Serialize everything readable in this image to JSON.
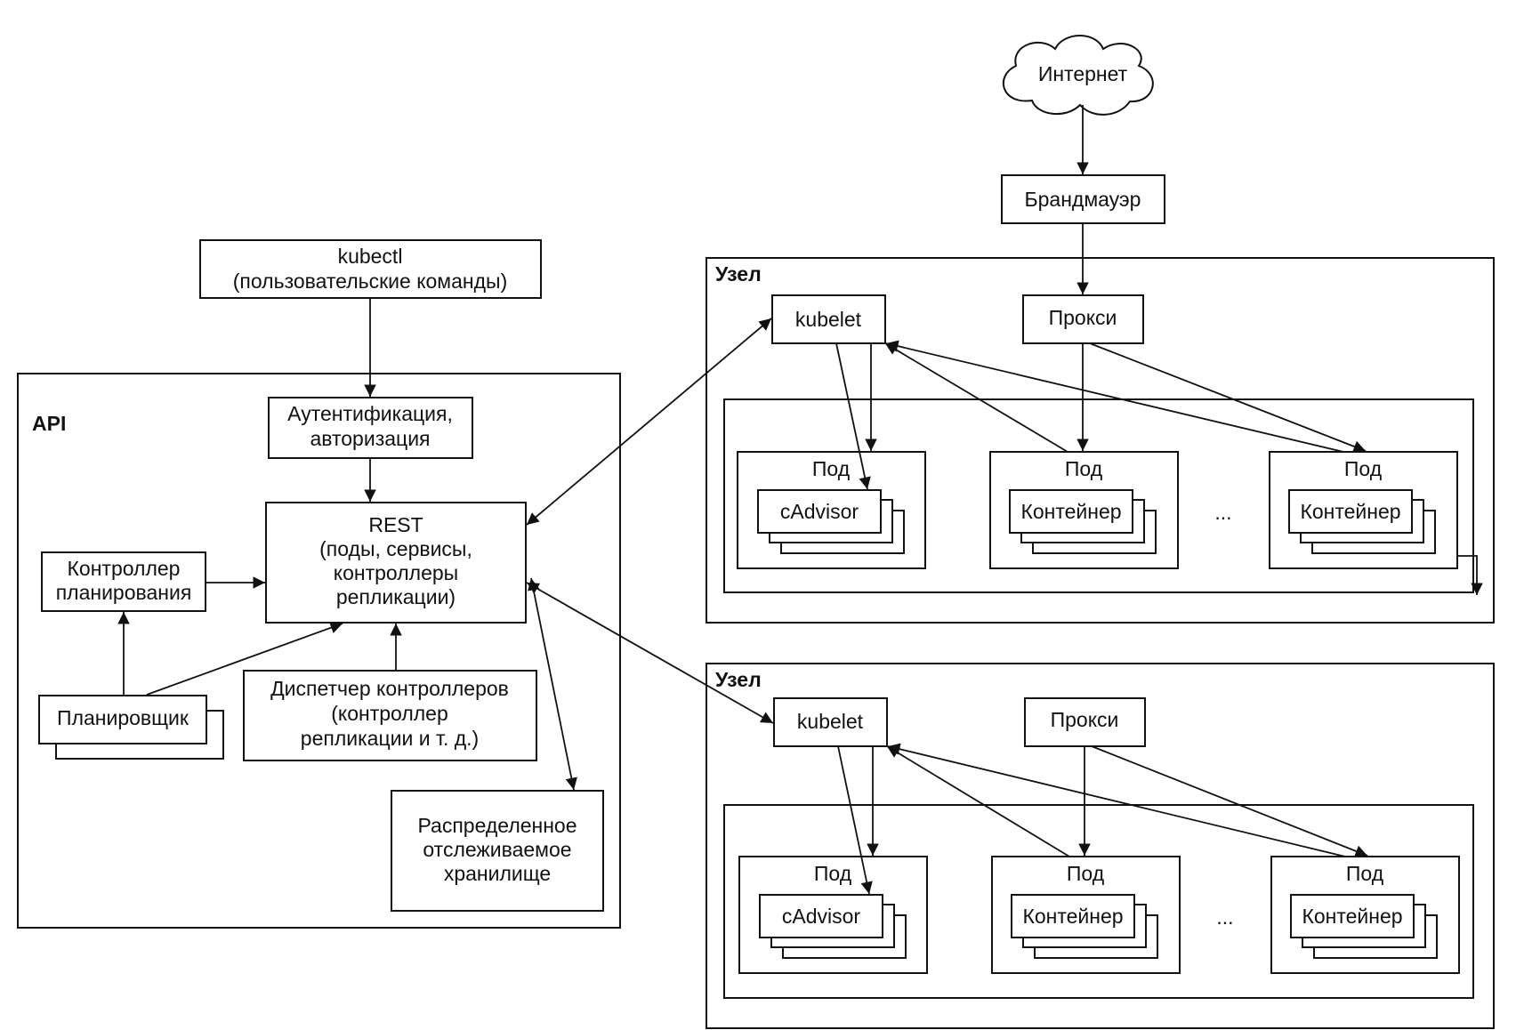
{
  "cloud": {
    "label": "Интернет"
  },
  "firewall": {
    "label": "Брандмауэр"
  },
  "kubectl": {
    "line1": "kubectl",
    "line2": "(пользовательские команды)"
  },
  "api": {
    "title": "API",
    "auth": {
      "line1": "Аутентификация,",
      "line2": "авторизация"
    },
    "rest": {
      "line1": "REST",
      "line2": "(поды, сервисы,",
      "line3": "контроллеры",
      "line4": "репликации)"
    },
    "sched_controller": {
      "line1": "Контроллер",
      "line2": "планирования"
    },
    "scheduler": {
      "label": "Планировщик"
    },
    "controller_manager": {
      "line1": "Диспетчер контроллеров",
      "line2": "(контроллер",
      "line3": "репликации и т. д.)"
    },
    "storage": {
      "line1": "Распределенное",
      "line2": "отслеживаемое",
      "line3": "хранилище"
    }
  },
  "nodes": [
    {
      "title": "Узел",
      "kubelet": "kubelet",
      "proxy": "Прокси",
      "pods": [
        {
          "title": "Под",
          "container": "cAdvisor"
        },
        {
          "title": "Под",
          "container": "Контейнер"
        },
        {
          "title": "Под",
          "container": "Контейнер"
        }
      ],
      "ellipsis": "..."
    },
    {
      "title": "Узел",
      "kubelet": "kubelet",
      "proxy": "Прокси",
      "pods": [
        {
          "title": "Под",
          "container": "cAdvisor"
        },
        {
          "title": "Под",
          "container": "Контейнер"
        },
        {
          "title": "Под",
          "container": "Контейнер"
        }
      ],
      "ellipsis": "..."
    }
  ]
}
